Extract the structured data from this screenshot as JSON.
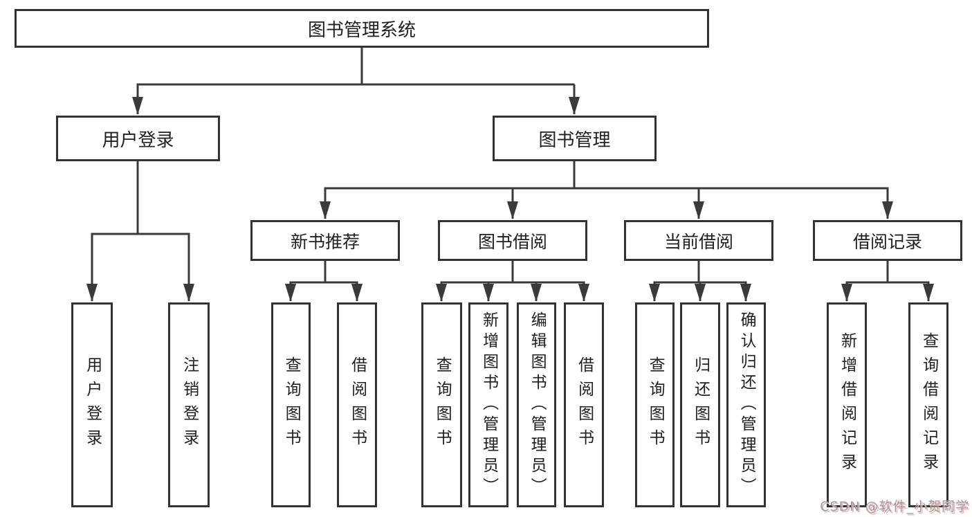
{
  "diagram": {
    "root": "图书管理系统",
    "branches": [
      {
        "label": "用户登录",
        "leaves": [
          "用户登录",
          "注销登录"
        ]
      },
      {
        "label": "图书管理",
        "groups": [
          {
            "label": "新书推荐",
            "leaves": [
              "查询图书",
              "借阅图书"
            ]
          },
          {
            "label": "图书借阅",
            "leaves": [
              "查询图书",
              "新增图书（管理员）",
              "编辑图书（管理员）",
              "借阅图书"
            ]
          },
          {
            "label": "当前借阅",
            "leaves": [
              "查询图书",
              "归还图书",
              "确认归还（管理员）"
            ]
          },
          {
            "label": "借阅记录",
            "leaves": [
              "新增借阅记录",
              "查询借阅记录"
            ]
          }
        ]
      }
    ]
  },
  "watermark": "CSDN @软件_小贺同学",
  "colors": {
    "line": "#3a3a3a",
    "box_border": "#333333",
    "box_background": "#ffffff",
    "text": "#1f1f1f",
    "watermark_text": "#9c9c9c",
    "watermark_shadow": "#f2b3b3"
  }
}
